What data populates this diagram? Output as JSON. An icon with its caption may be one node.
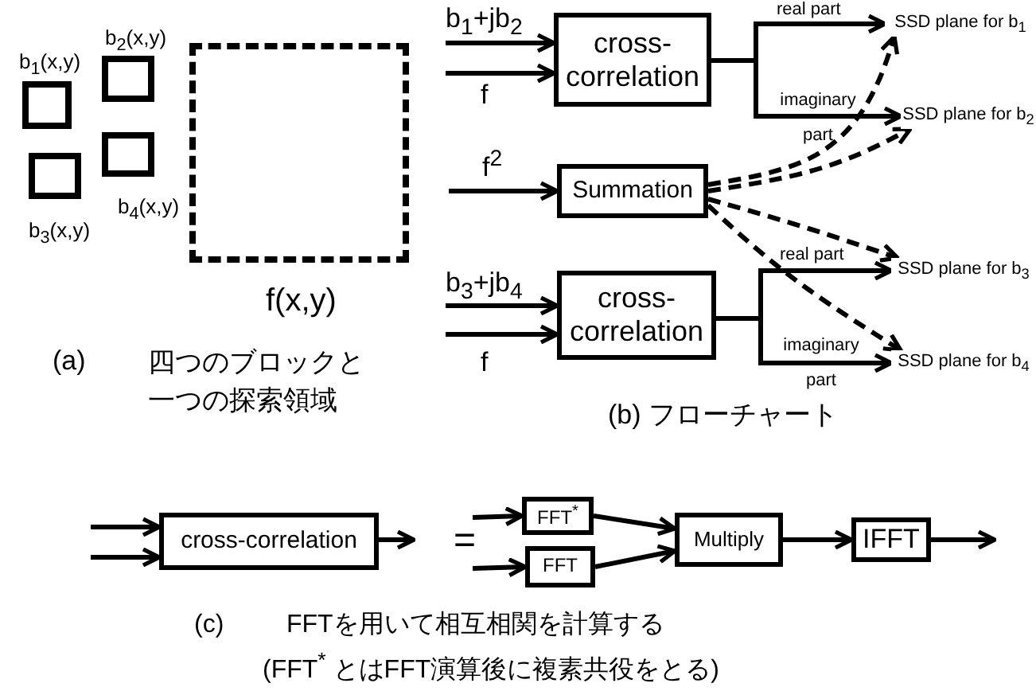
{
  "diagram": {
    "nodes": [
      {
        "text": [
          "b$_{1}$(x,y)"
        ]
      },
      {
        "text": [
          "b$_{2}$(x,y)"
        ]
      },
      {
        "text": [
          "b$_{3}$(x,y)"
        ]
      },
      {
        "text": [
          "b$_{4}$(x,y)"
        ]
      },
      {
        "text": [
          "f(x,y)"
        ]
      },
      {
        "text": [
          "cross-correlation"
        ]
      },
      {
        "text": [
          "Summation"
        ]
      },
      {
        "text": [
          "cross-correlation"
        ]
      },
      {
        "text": [
          "SSD plane for b$_{1}$"
        ]
      },
      {
        "text": [
          "SSD plane for b$_{2}$"
        ]
      },
      {
        "text": [
          "SSD plane for b$_{3}$"
        ]
      },
      {
        "text": [
          "SSD plane for b$_{4}$"
        ]
      },
      {
        "text": [
          "cross-correlation"
        ]
      },
      {
        "text": [
          "FFT$^{*}$"
        ]
      },
      {
        "text": [
          "FFT"
        ]
      },
      {
        "text": [
          "Multiply"
        ]
      },
      {
        "text": [
          "IFFT"
        ]
      }
    ],
    "edges": [
      {
        "from": null,
        "to": 5,
        "arrow": "to",
        "label": "b$_{1}$+jb$_{2}$"
      },
      {
        "from": null,
        "to": 5,
        "arrow": "to",
        "label": "f"
      },
      {
        "from": 5,
        "to": 8,
        "arrow": "to",
        "label": "real part"
      },
      {
        "from": 5,
        "to": 9,
        "arrow": "to",
        "label": "imaginary part"
      },
      {
        "from": null,
        "to": 6,
        "arrow": "to",
        "label": "f$^{2}$"
      },
      {
        "from": 6,
        "to": 8,
        "arrow": "to",
        "style": "dashed"
      },
      {
        "from": 6,
        "to": 9,
        "arrow": "to",
        "style": "dashed"
      },
      {
        "from": 6,
        "to": 10,
        "arrow": "to",
        "style": "dashed"
      },
      {
        "from": 6,
        "to": 11,
        "arrow": "to",
        "style": "dashed"
      },
      {
        "from": null,
        "to": 7,
        "arrow": "to",
        "label": "b$_{3}$+jb$_{4}$"
      },
      {
        "from": null,
        "to": 7,
        "arrow": "to",
        "label": "f"
      },
      {
        "from": 7,
        "to": 10,
        "arrow": "to",
        "label": "real part"
      },
      {
        "from": 7,
        "to": 11,
        "arrow": "to",
        "label": "imaginary part"
      },
      {
        "from": null,
        "to": 12,
        "arrow": "to"
      },
      {
        "from": null,
        "to": 12,
        "arrow": "to"
      },
      {
        "from": 12,
        "to": null,
        "arrow": "to"
      },
      {
        "from": null,
        "to": 13,
        "arrow": "to"
      },
      {
        "from": null,
        "to": 14,
        "arrow": "to"
      },
      {
        "from": 13,
        "to": 15,
        "arrow": "to"
      },
      {
        "from": 14,
        "to": 15,
        "arrow": "to"
      },
      {
        "from": 15,
        "to": 16,
        "arrow": "to"
      },
      {
        "from": 16,
        "to": null,
        "arrow": "to"
      }
    ],
    "labels": [
      "(a)",
      "四つのブロックと一つの探索領域",
      "(b) フローチャート",
      "=",
      "(c)",
      "FFTを用いて相互相関を計算する",
      "(FFT$^{*}$ とはFFT演算後に複素共役をとる)"
    ]
  }
}
